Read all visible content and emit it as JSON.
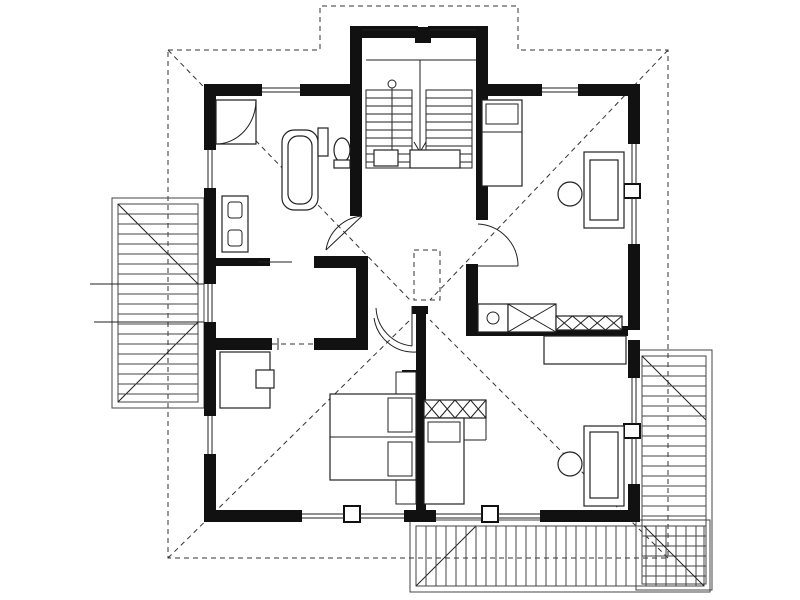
{
  "plan": {
    "type": "architectural floor plan (attic / upper floor)",
    "rooms": [
      {
        "name": "bathroom",
        "fixtures": [
          "corner-shower",
          "bathtub",
          "toilet",
          "double-washbasin"
        ]
      },
      {
        "name": "stairwell",
        "fixtures": [
          "staircase"
        ]
      },
      {
        "name": "bedroom-top-right",
        "fixtures": [
          "single-bed",
          "desk",
          "chair"
        ]
      },
      {
        "name": "dressing-room",
        "fixtures": [
          "wardrobe"
        ]
      },
      {
        "name": "hallway",
        "fixtures": [
          "attic-hatch"
        ]
      },
      {
        "name": "bedroom-bottom-left",
        "fixtures": [
          "double-bed",
          "desk",
          "chair"
        ]
      },
      {
        "name": "bedroom-bottom-middle",
        "fixtures": [
          "single-bed",
          "shelf"
        ]
      },
      {
        "name": "bedroom-bottom-right",
        "fixtures": [
          "desk",
          "chair"
        ]
      }
    ],
    "colors": {
      "walls": "#111111",
      "lines": "#222222",
      "background": "#ffffff"
    }
  }
}
